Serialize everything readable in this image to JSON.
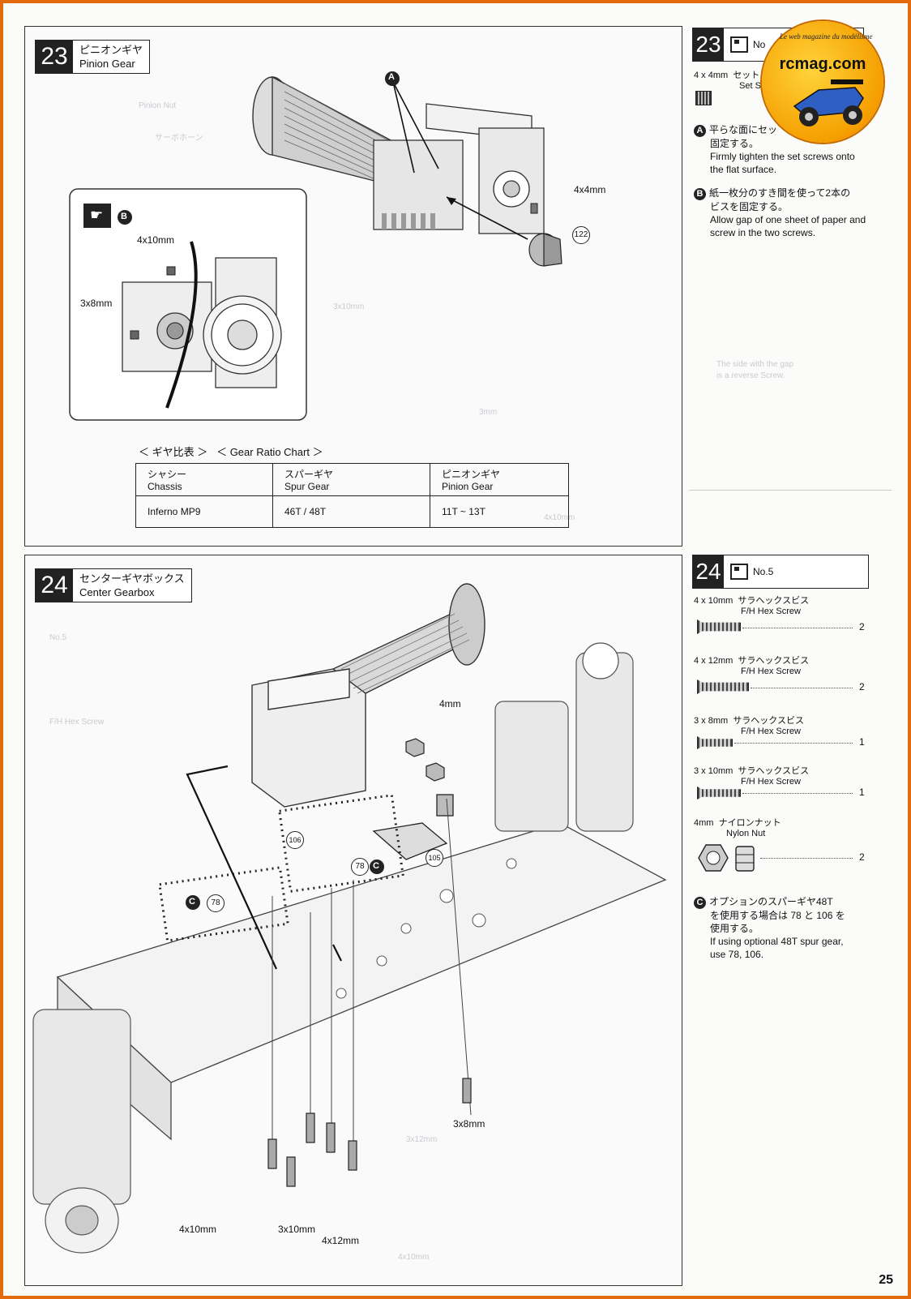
{
  "step23": {
    "number": "23",
    "title_jp": "ピニオンギヤ",
    "title_en": "Pinion Gear",
    "labels": {
      "a": "A",
      "b": "B",
      "screw_4x4": "4x4mm",
      "screw_4x10": "4x10mm",
      "screw_3x8": "3x8mm",
      "part_122": "122"
    },
    "chart_title_jp": "＜ ギヤ比表 ＞",
    "chart_title_en": "＜ Gear Ratio Chart ＞",
    "table": {
      "headers": [
        {
          "jp": "シャシー",
          "en": "Chassis"
        },
        {
          "jp": "スパーギヤ",
          "en": "Spur Gear"
        },
        {
          "jp": "ピニオンギヤ",
          "en": "Pinion Gear"
        }
      ],
      "row": [
        "Inferno MP9",
        "46T / 48T",
        "11T ~ 13T"
      ]
    }
  },
  "step24": {
    "number": "24",
    "title_jp": "センターギヤボックス",
    "title_en": "Center Gearbox",
    "labels": {
      "nut_4mm": "4mm",
      "screw_3x8": "3x8mm",
      "screw_4x10": "4x10mm",
      "screw_3x10": "3x10mm",
      "screw_4x12": "4x12mm",
      "part_78": "78",
      "part_106": "106",
      "part_105": "105",
      "c": "C"
    }
  },
  "side23": {
    "number": "23",
    "bag": "No",
    "part_size": "4 x 4mm",
    "part_jp": "セット",
    "part_en": "Set S",
    "note_a_jp": "平らな面にセッ",
    "note_a_jp2": "固定する。",
    "note_a_en": "Firmly tighten the set screws onto the flat surface.",
    "note_b_jp": "紙一枚分のすき間を使って2本の",
    "note_b_jp2": "ビスを固定する。",
    "note_b_en": "Allow gap of one sheet of paper and screw in the two screws."
  },
  "side24": {
    "number": "24",
    "bag": "No.5",
    "parts": [
      {
        "size": "4 x 10mm",
        "jp": "サラヘックスビス",
        "en": "F/H Hex Screw",
        "qty": "2"
      },
      {
        "size": "4 x 12mm",
        "jp": "サラヘックスビス",
        "en": "F/H Hex Screw",
        "qty": "2"
      },
      {
        "size": "3 x 8mm",
        "jp": "サラヘックスビス",
        "en": "F/H Hex Screw",
        "qty": "1"
      },
      {
        "size": "3 x 10mm",
        "jp": "サラヘックスビス",
        "en": "F/H Hex Screw",
        "qty": "1"
      },
      {
        "size": "4mm",
        "jp": "ナイロンナット",
        "en": "Nylon Nut",
        "qty": "2"
      }
    ],
    "note_c_jp": "オプションのスパーギヤ48T",
    "note_c_jp2": "を使用する場合は 78 と 106 を",
    "note_c_jp3": "使用する。",
    "note_c_en": "If using optional 48T spur gear,",
    "note_c_en2": "use 78, 106."
  },
  "logo": {
    "arc_text": "Le web magazine du modélisme",
    "name": "rcmag.com"
  },
  "page_number": "25"
}
